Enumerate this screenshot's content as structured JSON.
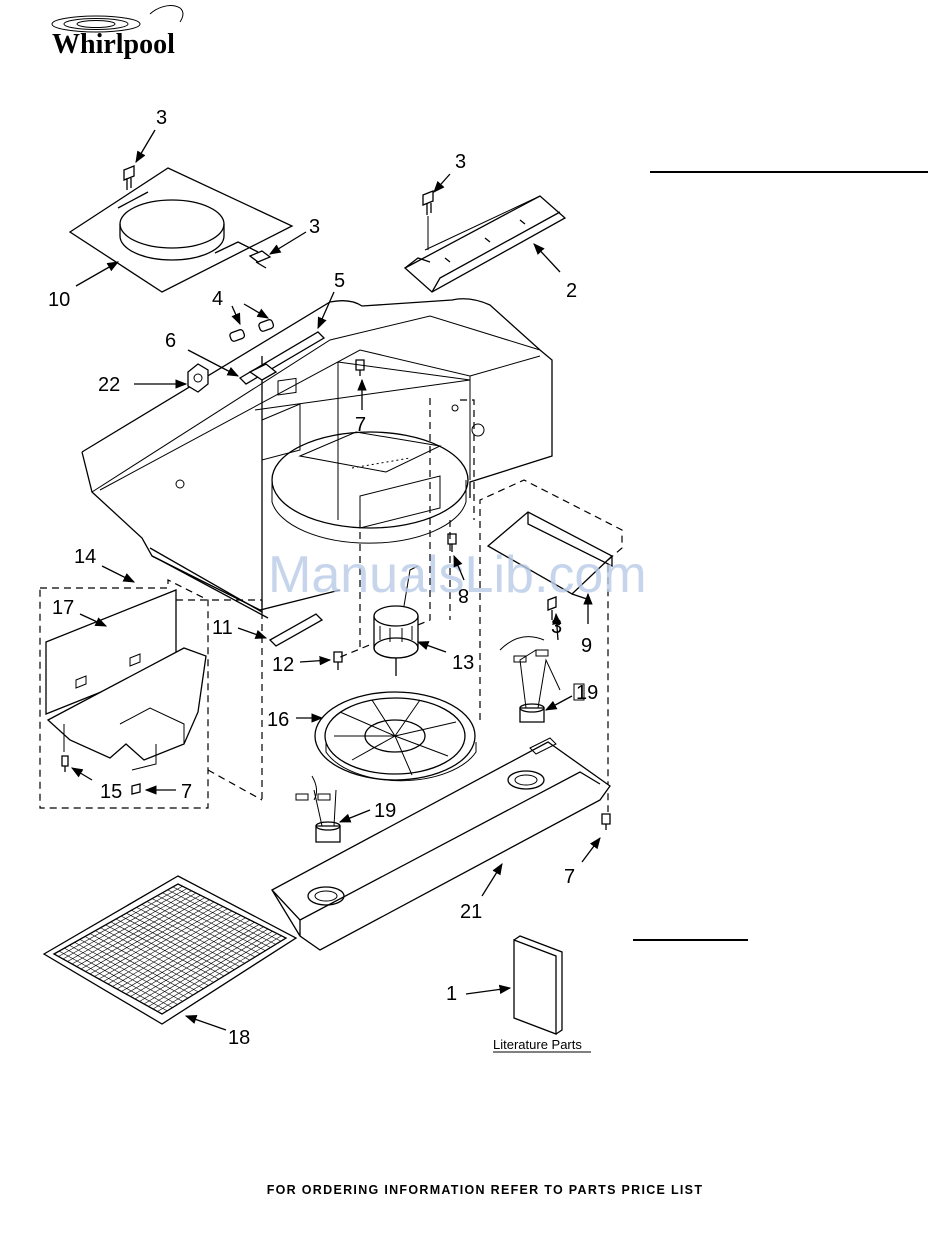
{
  "brand": {
    "name": "Whirlpool"
  },
  "watermark": "ManualsLib.com",
  "footer_note": "FOR ORDERING INFORMATION REFER TO PARTS PRICE LIST",
  "literature_label": "Literature Parts",
  "callouts": [
    "3",
    "3",
    "3",
    "3",
    "10",
    "2",
    "4",
    "5",
    "6",
    "22",
    "7",
    "8",
    "14",
    "17",
    "11",
    "12",
    "13",
    "3",
    "9",
    "19",
    "16",
    "15",
    "7",
    "19",
    "7",
    "21",
    "1",
    "18"
  ]
}
